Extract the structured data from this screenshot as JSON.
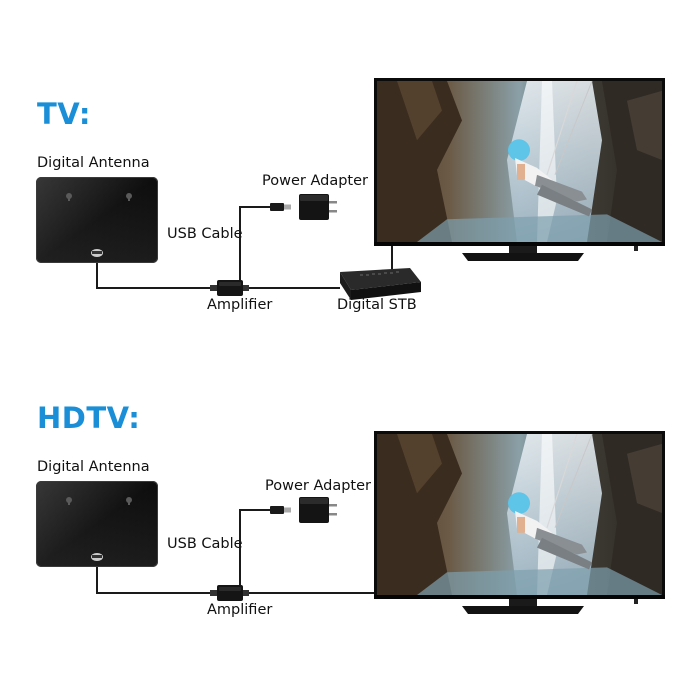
{
  "colors": {
    "title_blue": "#1a8fd8",
    "device_black": "#111111",
    "cable": "#1a1a1a"
  },
  "tv_section": {
    "title": "TV:",
    "antenna_label": "Digital Antenna",
    "power_adapter_label": "Power Adapter",
    "usb_cable_label": "USB Cable",
    "amplifier_label": "Amplifier",
    "stb_label": "Digital STB"
  },
  "hdtv_section": {
    "title": "HDTV:",
    "antenna_label": "Digital Antenna",
    "power_adapter_label": "Power Adapter",
    "usb_cable_label": "USB Cable",
    "amplifier_label": "Amplifier"
  },
  "icons": [
    "antenna-panel-icon",
    "power-adapter-icon",
    "amplifier-icon",
    "set-top-box-icon",
    "television-icon"
  ]
}
